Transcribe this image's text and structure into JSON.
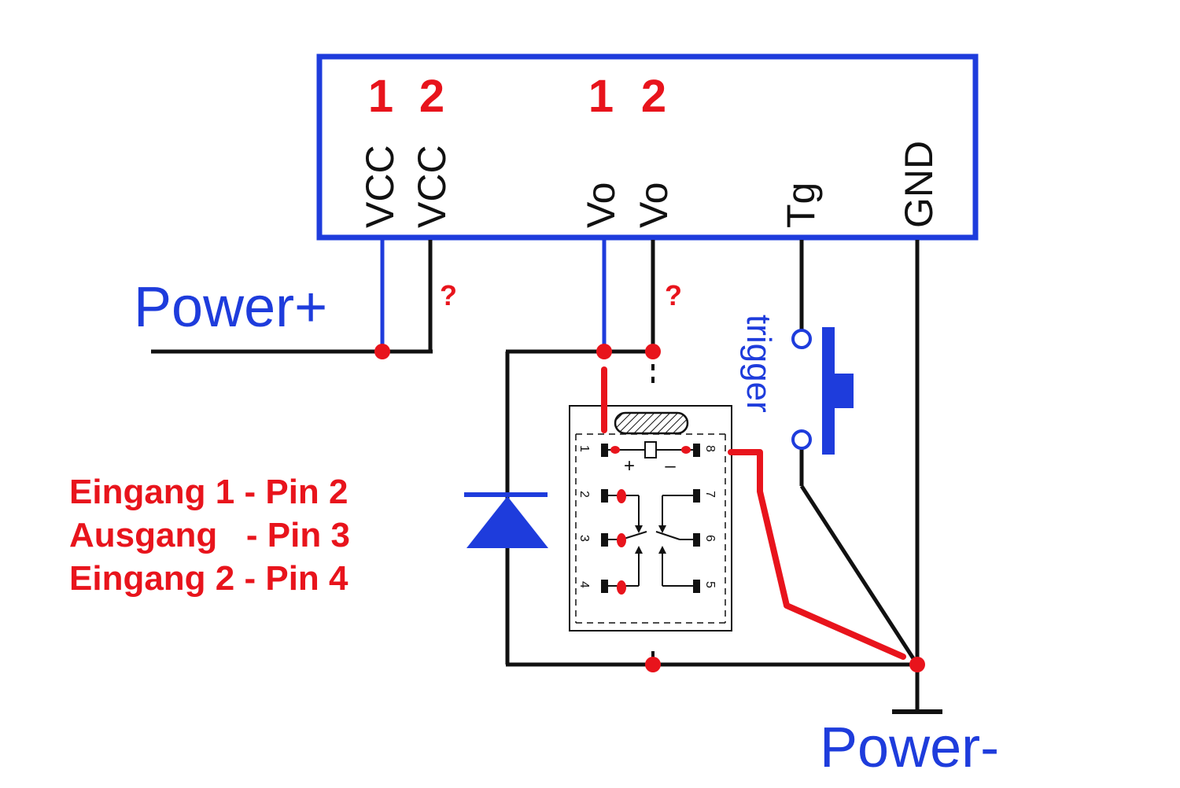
{
  "colors": {
    "blue": "#1e3cdc",
    "red": "#e8141c",
    "black": "#111111"
  },
  "module": {
    "pins": [
      {
        "number": "1",
        "label": "VCC"
      },
      {
        "number": "2",
        "label": "VCC"
      },
      {
        "number": "1",
        "label": "Vo"
      },
      {
        "number": "2",
        "label": "Vo"
      },
      {
        "number": "",
        "label": "Tg"
      },
      {
        "number": "",
        "label": "GND"
      }
    ]
  },
  "power_plus": "Power+",
  "power_minus": "Power-",
  "question_marks": [
    "?",
    "?"
  ],
  "trigger_label": "trigger",
  "relay": {
    "pin_numbers": [
      "1",
      "2",
      "3",
      "4",
      "5",
      "6",
      "7",
      "8"
    ],
    "plus_sign": "+",
    "minus_sign": "–"
  },
  "notes": [
    "Eingang 1 - Pin 2",
    "Ausgang   - Pin 3",
    "Eingang 2 - Pin 4"
  ]
}
